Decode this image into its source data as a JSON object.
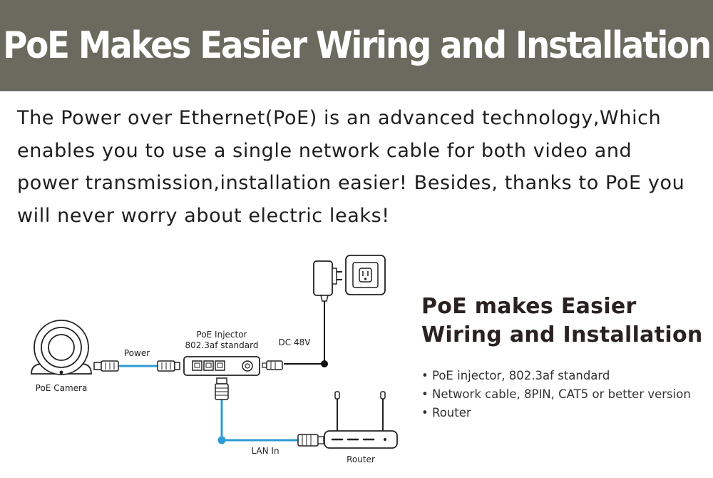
{
  "banner": {
    "title": "PoE Makes Easier Wiring and Installation"
  },
  "intro": {
    "lines": [
      "The Power over Ethernet(PoE) is an advanced technology,Which",
      "enables you to use a single network cable for both video and",
      "power transmission,installation easier! Besides, thanks to PoE you",
      "will never worry about electric leaks!"
    ]
  },
  "diagram": {
    "camera_label": "PoE Camera",
    "power_label": "Power",
    "injector_label_1": "PoE Injector",
    "injector_label_2": "802.3af standard",
    "dc_label": "DC 48V",
    "lan_label": "LAN In",
    "router_label": "Router",
    "colors": {
      "cable_blue": "#2e9bd6",
      "cable_black": "#111111",
      "outline": "#222222"
    }
  },
  "right": {
    "title_line1": "PoE makes Easier",
    "title_line2": "Wiring and Installation",
    "bullets": [
      "• PoE injector, 802.3af standard",
      "• Network cable, 8PIN, CAT5 or better version",
      "• Router"
    ]
  }
}
